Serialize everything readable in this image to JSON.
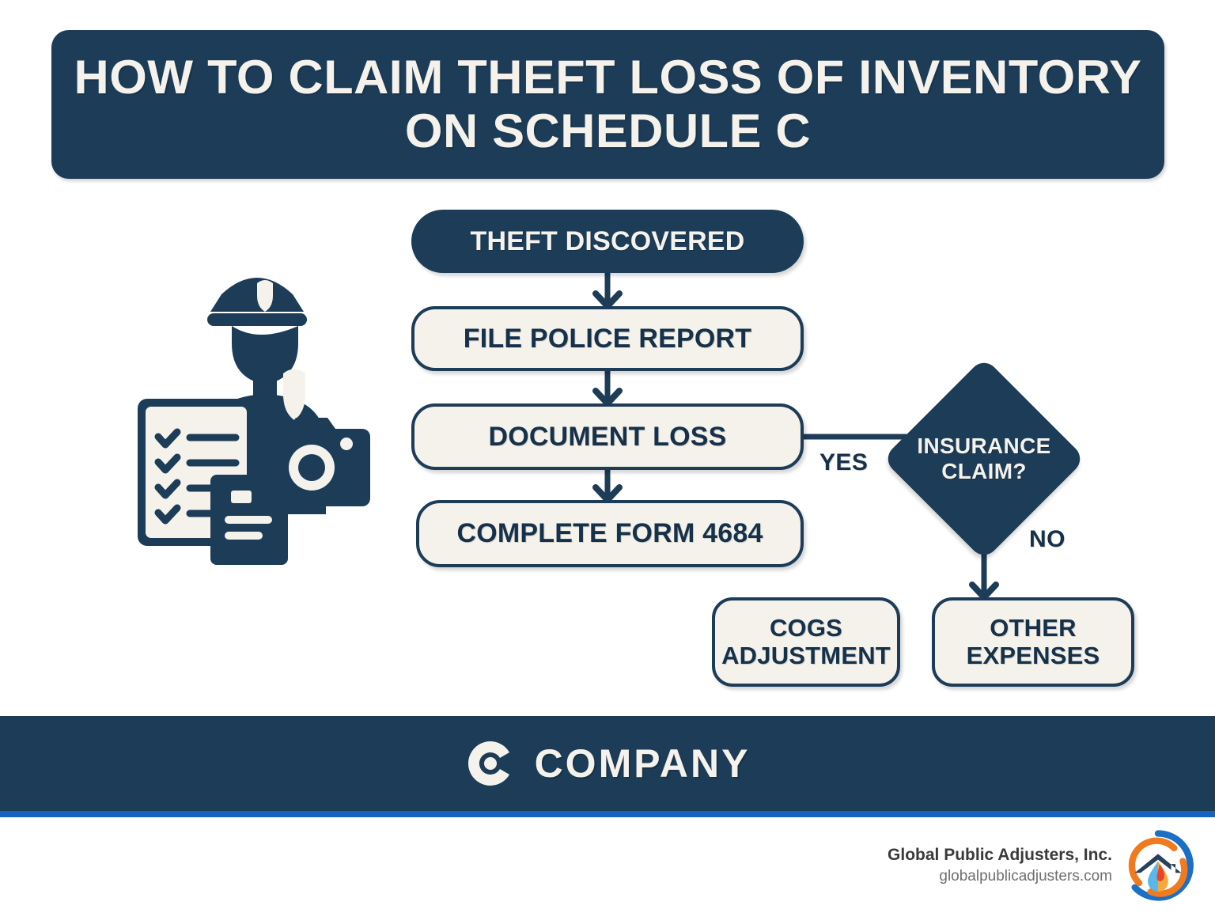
{
  "title": {
    "text": "HOW TO CLAIM THEFT LOSS OF INVENTORY ON SCHEDULE C"
  },
  "colors": {
    "navy": "#1C3C58",
    "navy_text": "#16314A",
    "cream": "#F5F2EC",
    "accent_blue": "#1565C0",
    "logo_orange": "#F07A1E",
    "logo_blue": "#1B6FC4",
    "page_background": "#FFFFFF"
  },
  "illustration": {
    "name": "police-officer-evidence-illustration",
    "elements": [
      "police-officer-icon",
      "clipboard-checklist-icon",
      "camera-icon",
      "document-icon"
    ]
  },
  "flowchart": {
    "type": "process-flow",
    "nodes": [
      {
        "id": "theft",
        "label": "THEFT DISCOVERED",
        "style": "filled",
        "shape": "pill"
      },
      {
        "id": "police",
        "label": "FILE POLICE REPORT",
        "style": "outline",
        "shape": "rounded-rect"
      },
      {
        "id": "document",
        "label": "DOCUMENT LOSS",
        "style": "outline",
        "shape": "rounded-rect"
      },
      {
        "id": "form4684",
        "label": "COMPLETE FORM 4684",
        "style": "outline",
        "shape": "rounded-rect"
      },
      {
        "id": "decision",
        "label": "INSURANCE CLAIM?",
        "style": "filled",
        "shape": "diamond"
      },
      {
        "id": "cogs",
        "label": "COGS ADJUSTMENT",
        "style": "outline",
        "shape": "rounded-rect"
      },
      {
        "id": "other",
        "label": "OTHER EXPENSES",
        "style": "outline",
        "shape": "rounded-rect"
      }
    ],
    "node_labels": {
      "theft": "THEFT DISCOVERED",
      "police": "FILE POLICE REPORT",
      "document": "DOCUMENT LOSS",
      "form4684": "COMPLETE FORM 4684",
      "decision_line1": "INSURANCE",
      "decision_line2": "CLAIM?",
      "cogs_line1": "COGS",
      "cogs_line2": "ADJUSTMENT",
      "other_line1": "OTHER",
      "other_line2": "EXPENSES"
    },
    "edges": [
      {
        "from": "theft",
        "to": "police",
        "label": ""
      },
      {
        "from": "police",
        "to": "document",
        "label": ""
      },
      {
        "from": "document",
        "to": "form4684",
        "label": ""
      },
      {
        "from": "document",
        "to": "decision",
        "label": "YES"
      },
      {
        "from": "decision",
        "to": "other",
        "label": "NO"
      }
    ],
    "branch_labels": {
      "yes": "YES",
      "no": "NO"
    }
  },
  "brand_bar": {
    "logo_icon": "company-c-logo-icon",
    "name": "COMPANY"
  },
  "credit": {
    "company": "Global Public Adjusters, Inc.",
    "url": "globalpublicadjusters.com",
    "logo_icon": "global-public-adjusters-logo-icon"
  }
}
